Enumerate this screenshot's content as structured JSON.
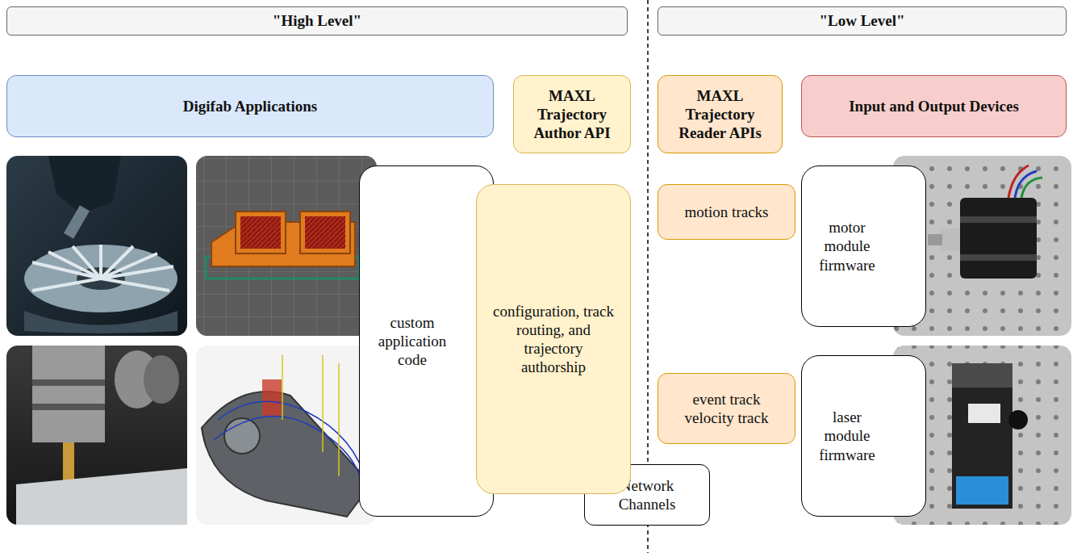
{
  "diagram": {
    "nodes": [
      {
        "text": [
          "\"High Level\""
        ]
      },
      {
        "text": [
          "\"Low Level\""
        ]
      },
      {
        "text": [
          "Digifab Applications"
        ]
      },
      {
        "text": [
          "MAXL Trajectory Author API"
        ]
      },
      {
        "text": [
          "MAXL Trajectory Reader APIs"
        ]
      },
      {
        "text": [
          "Input and Output Devices"
        ]
      },
      {
        "text": [
          "custom application code"
        ]
      },
      {
        "text": [
          "configuration, track routing, and trajectory authorship"
        ]
      },
      {
        "text": [
          "motion tracks"
        ]
      },
      {
        "text": [
          "motor module firmware"
        ]
      },
      {
        "text": [
          "event track velocity track"
        ]
      },
      {
        "text": [
          "laser module firmware"
        ]
      },
      {
        "text": [
          "Network Channels"
        ]
      }
    ]
  }
}
